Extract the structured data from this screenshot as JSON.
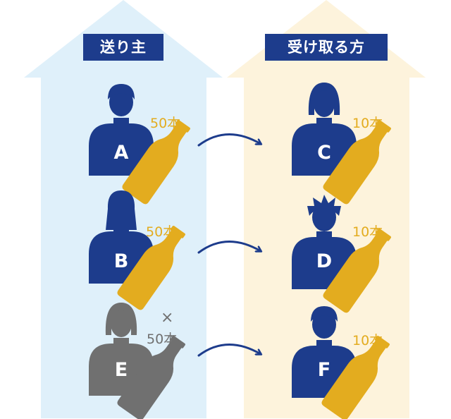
{
  "headers": {
    "sender": "送り主",
    "receiver": "受け取る方"
  },
  "senders": [
    {
      "letter": "A",
      "count": "50本"
    },
    {
      "letter": "B",
      "count": "50本"
    },
    {
      "letter": "E",
      "count": "50本",
      "cross": "×"
    }
  ],
  "receivers": [
    {
      "letter": "C",
      "count": "10本"
    },
    {
      "letter": "D",
      "count": "10本"
    },
    {
      "letter": "F",
      "count": "10本"
    }
  ],
  "colors": {
    "navy": "#1d3c8c",
    "gold": "#e3ac1f",
    "gray": "#707070",
    "left_bg": "#dff0fa",
    "right_bg": "#fdf3dc",
    "left_label_bg": "#1d3c8c",
    "right_label_bg": "#1d3c8c"
  }
}
